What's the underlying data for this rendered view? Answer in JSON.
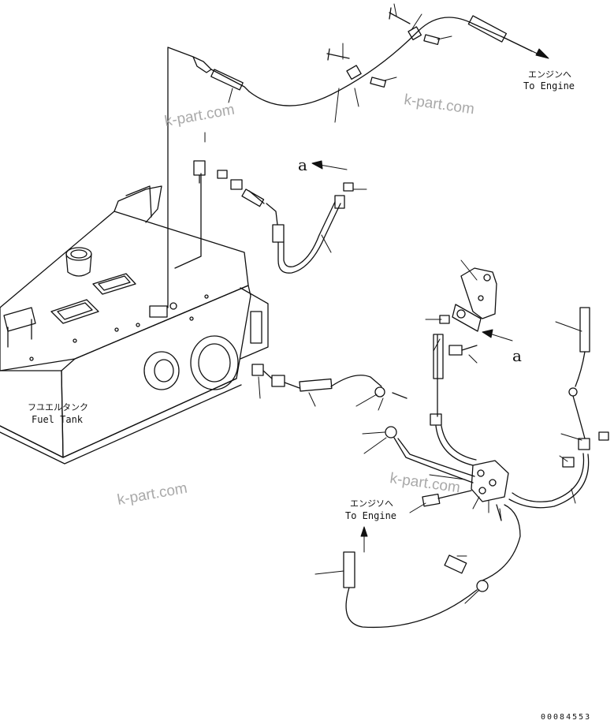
{
  "diagram": {
    "fuel_tank_label_jp": "フユエルタンク",
    "fuel_tank_label_en": "Fuel Tank",
    "to_engine_top_jp": "エンジンへ",
    "to_engine_top_en": "To Engine",
    "to_engine_bottom_jp": "エンジソへ",
    "to_engine_bottom_en": "To Engine",
    "detail_mark_top": "a",
    "detail_mark_right": "a",
    "watermark": "k-part.com",
    "drawing_number": "00084553"
  }
}
